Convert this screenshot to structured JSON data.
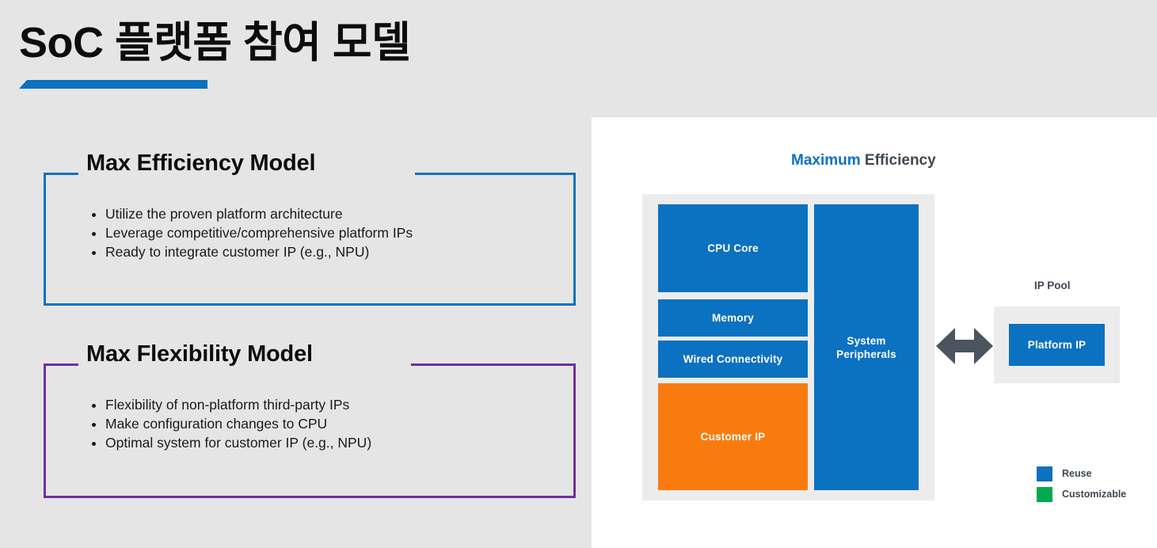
{
  "page": {
    "title": "SoC 플랫폼 참여 모델",
    "background_color": "#e5e5e5",
    "panel_color": "#ffffff",
    "accent_blue": "#0b71c1",
    "accent_purple": "#7030a0",
    "accent_orange": "#f97b10",
    "accent_green": "#00a94f"
  },
  "models": [
    {
      "heading": "Max Efficiency Model",
      "accent": "#0b71c1",
      "bullets": [
        "Utilize the proven platform architecture",
        "Leverage competitive/comprehensive platform IPs",
        "Ready to integrate customer IP (e.g., NPU)"
      ]
    },
    {
      "heading": "Max Flexibility Model",
      "accent": "#7030a0",
      "bullets": [
        "Flexibility of non-platform third-party IPs",
        "Make configuration changes to CPU",
        "Optimal system for customer IP (e.g., NPU)"
      ]
    }
  ],
  "diagram": {
    "title_strong": "Maximum",
    "title_muted": " Efficiency",
    "soc_blocks": [
      {
        "label": "CPU Core",
        "color": "#0b71c1"
      },
      {
        "label": "Memory",
        "color": "#0b71c1"
      },
      {
        "label": "Wired Connectivity",
        "color": "#0b71c1"
      },
      {
        "label": "Customer IP",
        "color": "#f97b10"
      }
    ],
    "system_peripherals": "System\nPeripherals",
    "system_peripherals_line1": "System",
    "system_peripherals_line2": "Peripherals",
    "arrow": "double-headed-horizontal-arrow",
    "arrow_color": "#4a5560",
    "ip_pool": {
      "label": "IP Pool",
      "item": "Platform IP",
      "item_color": "#0b71c1"
    },
    "legend": [
      {
        "label": "Reuse",
        "color": "#0b71c1"
      },
      {
        "label": "Customizable",
        "color": "#00a94f"
      }
    ]
  }
}
